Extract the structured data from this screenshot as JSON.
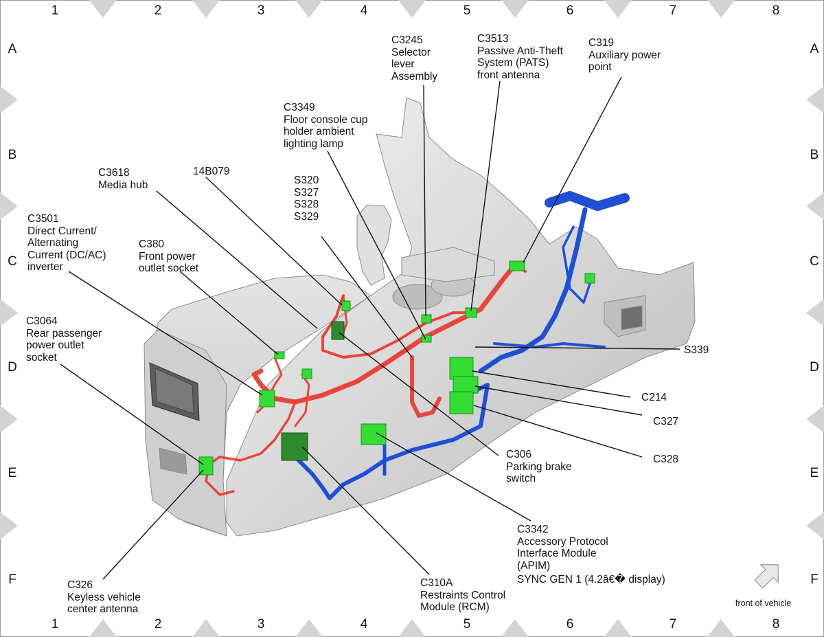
{
  "grid": {
    "columns": [
      "1",
      "2",
      "3",
      "4",
      "5",
      "6",
      "7",
      "8"
    ],
    "rows": [
      "A",
      "B",
      "C",
      "D",
      "E",
      "F"
    ]
  },
  "labels": {
    "c3245": "C3245\nSelector\nlever\nAssembly",
    "c3513": "C3513\nPassive Anti-Theft\nSystem (PATS)\nfront antenna",
    "c319": "C319\nAuxiliary power\npoint",
    "c3349": "C3349\nFloor console cup\nholder ambient\nlighting lamp",
    "c3618": "C3618\nMedia hub",
    "b14b079": "14B079",
    "splices": "S320\nS327\nS328\nS329",
    "c3501": "C3501\nDirect Current/\nAlternating\nCurrent (DC/AC)\ninverter",
    "c380": "C380\nFront power\noutlet socket",
    "c3064": "C3064\nRear passenger\npower outlet\nsocket",
    "s339": "S339",
    "c214": "C214",
    "c327": "C327",
    "c328": "C328",
    "c306": "C306\nParking brake\nswitch",
    "c3342": "C3342\nAccessory Protocol\nInterface Module\n(APIM)",
    "c3342_note": "SYNC GEN 1 (4.2â€� display)",
    "c310a": "C310A\nRestraints Control\nModule (RCM)",
    "c326": "C326\nKeyless vehicle\ncenter antenna"
  },
  "orientation": {
    "label": "front of vehicle",
    "icon": "arrow-up-right-icon"
  },
  "colors": {
    "harness_red": "#e8453c",
    "harness_blue": "#1f4fd6",
    "connector_green": "#33dd33",
    "module_dark_green": "#2d8a2d",
    "console_gray": "#d4d4d4",
    "grid_marker_gray": "#d3d3d3"
  }
}
